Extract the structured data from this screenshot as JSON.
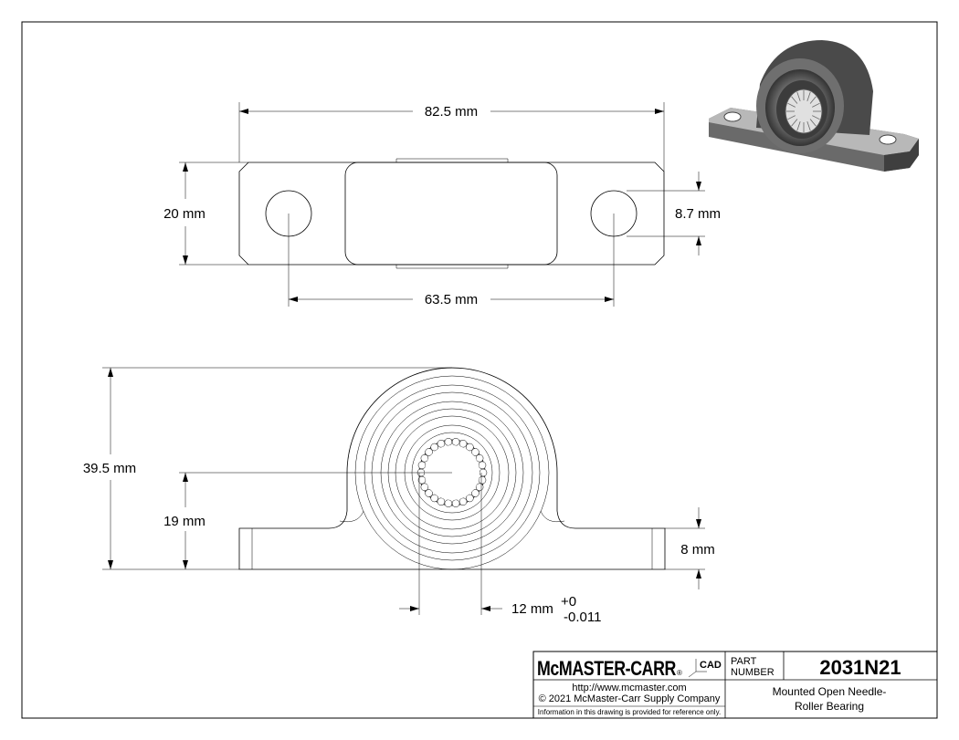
{
  "dimensions": {
    "top_length": "82.5 mm",
    "top_width": "20 mm",
    "hole_diameter": "8.7 mm",
    "hole_spacing": "63.5 mm",
    "overall_height": "39.5 mm",
    "center_height": "19 mm",
    "base_thickness": "8 mm",
    "bore": "12 mm",
    "bore_tol_upper": "+0",
    "bore_tol_lower": "-0.011"
  },
  "title_block": {
    "brand": "McMASTER-CARR",
    "registered": "®",
    "cad_label": "CAD",
    "part_label_1": "PART",
    "part_label_2": "NUMBER",
    "part_number": "2031N21",
    "url": "http://www.mcmaster.com",
    "copyright": "© 2021 McMaster-Carr Supply Company",
    "disclaimer": "Information in this drawing is provided for reference only.",
    "description_1": "Mounted Open Needle-",
    "description_2": "Roller Bearing"
  }
}
